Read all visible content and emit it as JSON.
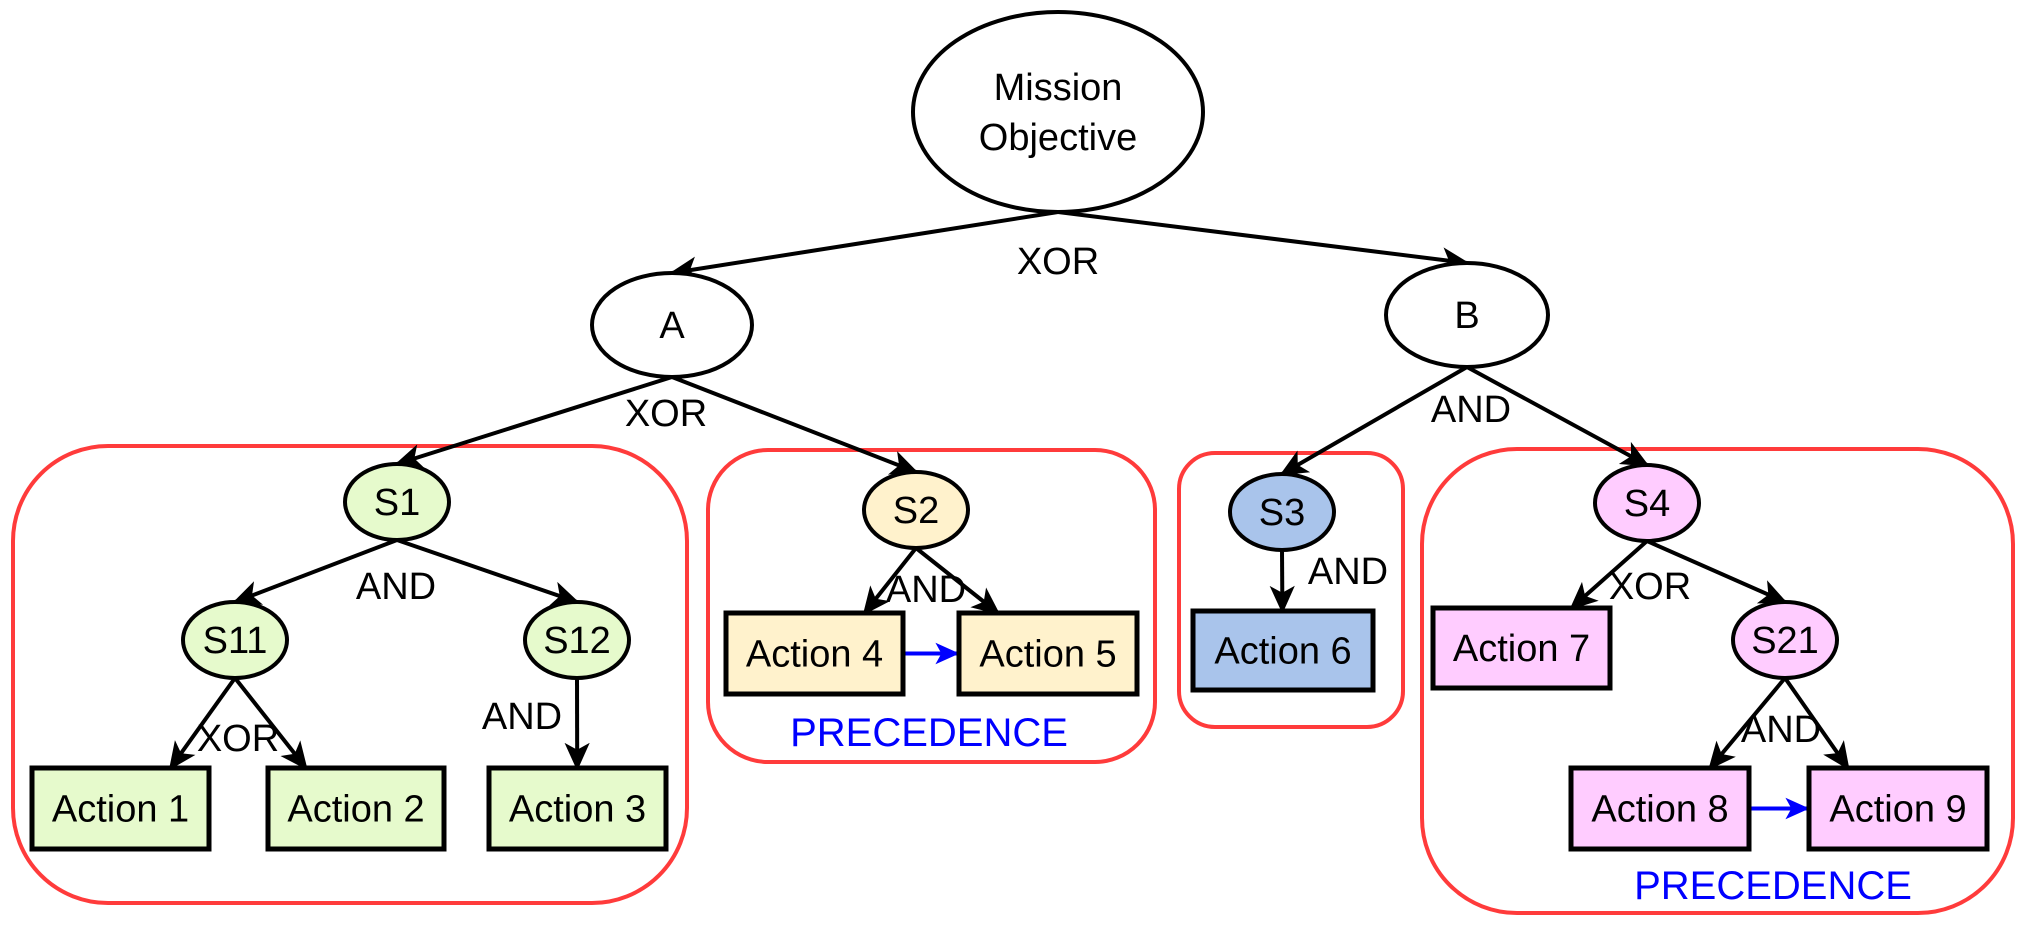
{
  "title": "Mission Objective",
  "colors": {
    "group_border": "#ff3b3b",
    "precedence": "#0000ff",
    "green": "#e6facc",
    "orange": "#fff2cc",
    "blue": "#a9c4eb",
    "pink": "#ffccff",
    "white": "#ffffff"
  },
  "nodes": {
    "mission": {
      "label": [
        "Mission",
        "Objective"
      ],
      "color": "white"
    },
    "A": {
      "label": "A",
      "color": "white"
    },
    "B": {
      "label": "B",
      "color": "white"
    },
    "S1": {
      "label": "S1",
      "color": "green"
    },
    "S11": {
      "label": "S11",
      "color": "green"
    },
    "S12": {
      "label": "S12",
      "color": "green"
    },
    "S2": {
      "label": "S2",
      "color": "orange"
    },
    "S3": {
      "label": "S3",
      "color": "blue"
    },
    "S4": {
      "label": "S4",
      "color": "pink"
    },
    "S21": {
      "label": "S21",
      "color": "pink"
    },
    "action1": {
      "label": "Action 1",
      "color": "green"
    },
    "action2": {
      "label": "Action 2",
      "color": "green"
    },
    "action3": {
      "label": "Action 3",
      "color": "green"
    },
    "action4": {
      "label": "Action 4",
      "color": "orange"
    },
    "action5": {
      "label": "Action 5",
      "color": "orange"
    },
    "action6": {
      "label": "Action 6",
      "color": "blue"
    },
    "action7": {
      "label": "Action 7",
      "color": "pink"
    },
    "action8": {
      "label": "Action 8",
      "color": "pink"
    },
    "action9": {
      "label": "Action 9",
      "color": "pink"
    }
  },
  "decompositions": {
    "mission": "XOR",
    "A": "XOR",
    "B": "AND",
    "S1": "AND",
    "S11": "XOR",
    "S12": "AND",
    "S2": "AND",
    "S3": "AND",
    "S4": "XOR",
    "S21": "AND"
  },
  "edges": [
    [
      "mission",
      "A"
    ],
    [
      "mission",
      "B"
    ],
    [
      "A",
      "S1"
    ],
    [
      "A",
      "S2"
    ],
    [
      "B",
      "S3"
    ],
    [
      "B",
      "S4"
    ],
    [
      "S1",
      "S11"
    ],
    [
      "S1",
      "S12"
    ],
    [
      "S11",
      "action1"
    ],
    [
      "S11",
      "action2"
    ],
    [
      "S12",
      "action3"
    ],
    [
      "S2",
      "action4"
    ],
    [
      "S2",
      "action5"
    ],
    [
      "S3",
      "action6"
    ],
    [
      "S4",
      "action7"
    ],
    [
      "S4",
      "S21"
    ],
    [
      "S21",
      "action8"
    ],
    [
      "S21",
      "action9"
    ]
  ],
  "precedence_edges": [
    [
      "action4",
      "action5"
    ],
    [
      "action8",
      "action9"
    ]
  ],
  "groups": [
    {
      "id": "group-s1",
      "label": ""
    },
    {
      "id": "group-s2",
      "label": "PRECEDENCE"
    },
    {
      "id": "group-s3",
      "label": ""
    },
    {
      "id": "group-s4",
      "label": "PRECEDENCE"
    }
  ]
}
